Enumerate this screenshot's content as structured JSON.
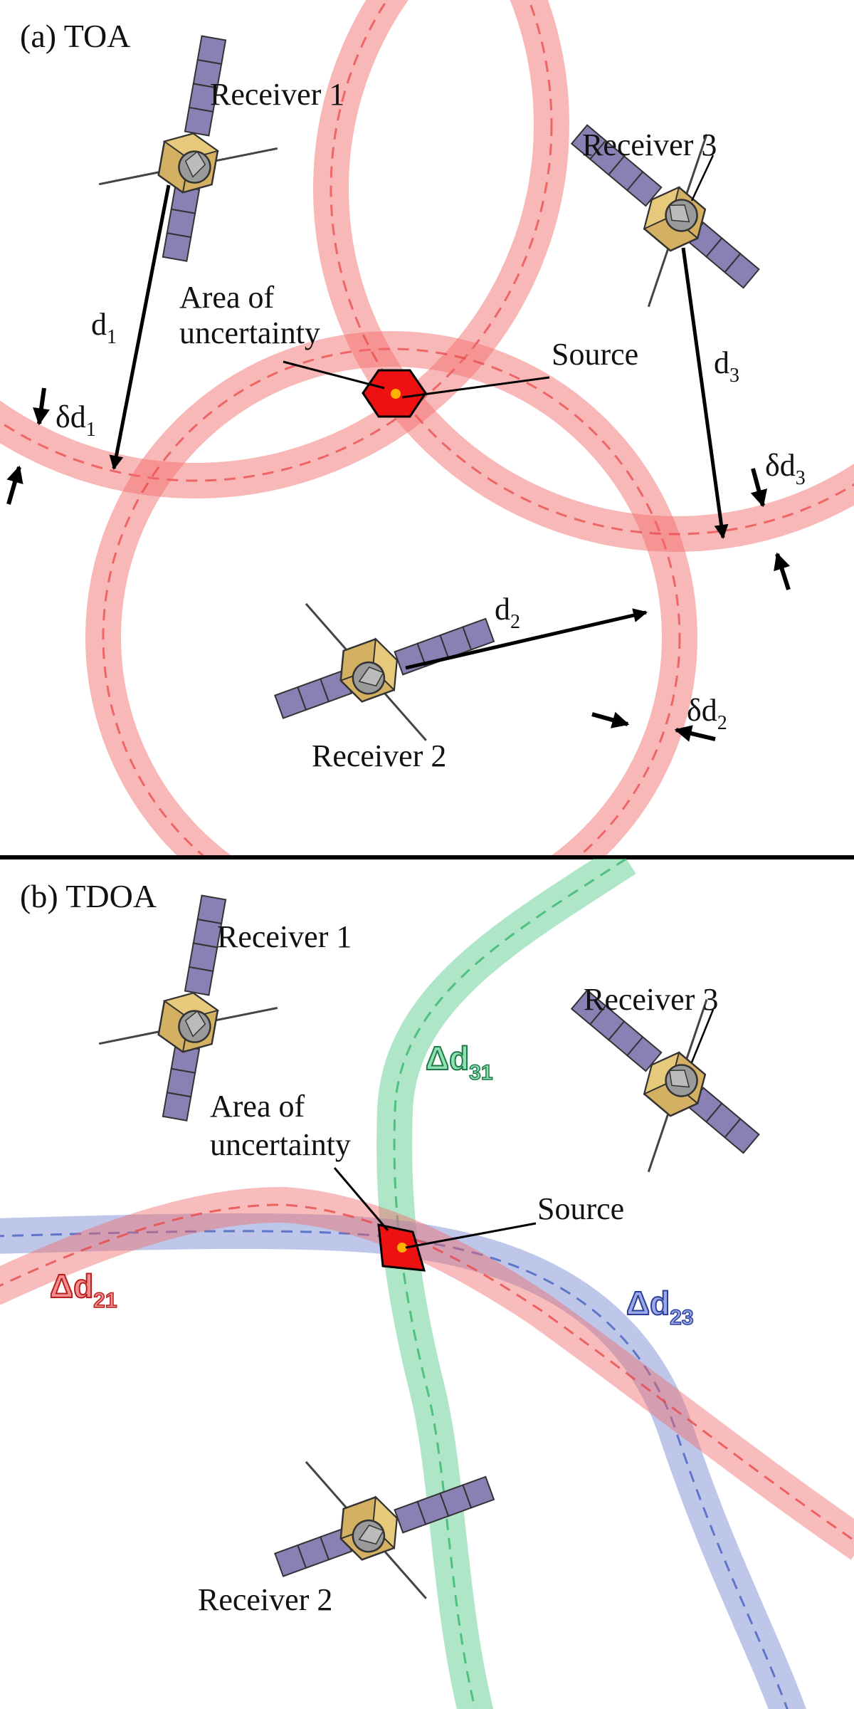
{
  "colors": {
    "band_red": "#f26b6b",
    "band_green": "#6fd29a",
    "band_blue": "#7e8fd6",
    "source_fill": "#ee1111",
    "source_spark": "#ffb000",
    "panel_panel": "#8a80b4",
    "sat_body": "#d4b062",
    "divider": "#000000"
  },
  "panel_a": {
    "title": "(a) TOA",
    "receiver1": "Receiver 1",
    "receiver2": "Receiver 2",
    "receiver3": "Receiver 3",
    "area_line1": "Area of",
    "area_line2": "uncertainty",
    "source": "Source",
    "d1": {
      "main": "d",
      "sub": "1"
    },
    "d2": {
      "main": "d",
      "sub": "2"
    },
    "d3": {
      "main": "d",
      "sub": "3"
    },
    "dd1": {
      "main": "δd",
      "sub": "1"
    },
    "dd2": {
      "main": "δd",
      "sub": "2"
    },
    "dd3": {
      "main": "δd",
      "sub": "3"
    }
  },
  "panel_b": {
    "title": "(b) TDOA",
    "receiver1": "Receiver 1",
    "receiver2": "Receiver 2",
    "receiver3": "Receiver 3",
    "area_line1": "Area of",
    "area_line2": "uncertainty",
    "source": "Source",
    "dd31": {
      "main": "Δd",
      "sub": "31"
    },
    "dd21": {
      "main": "Δd",
      "sub": "21"
    },
    "dd23": {
      "main": "Δd",
      "sub": "23"
    }
  }
}
